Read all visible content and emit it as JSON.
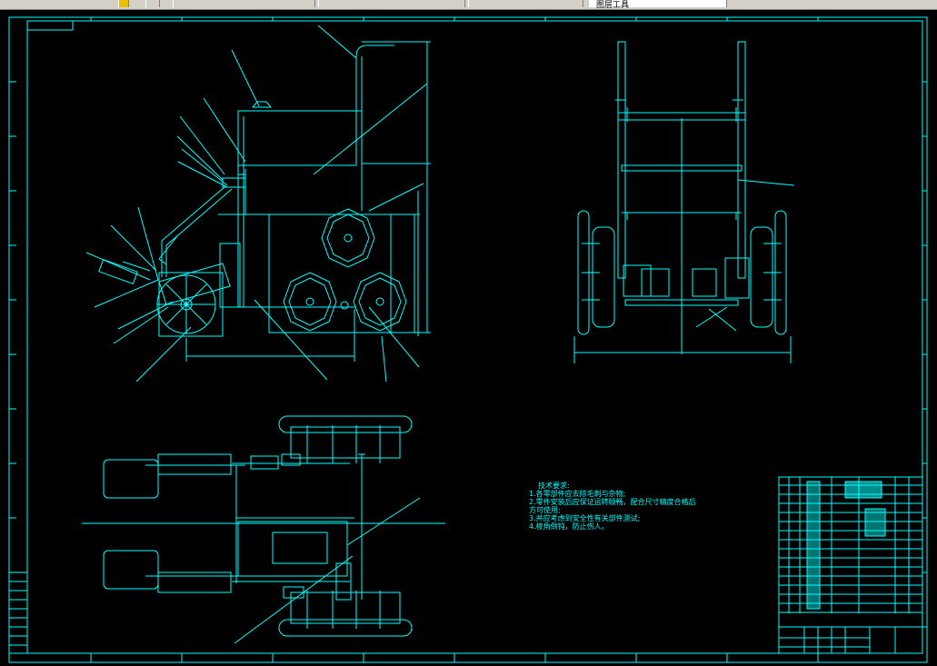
{
  "toolbar": {
    "layer_field_text": "图层工具"
  },
  "colors": {
    "background": "#000000",
    "drawing": "#00ffff",
    "toolbar": "#d4d0c8"
  },
  "technical_requirements": {
    "heading": "技术要求:",
    "lines": [
      "1.各零部件应去除毛刺与杂物;",
      "2.零件安装后应保证运转顺畅，配合尺寸精度合格后",
      "方可使用;",
      "3.并应考虑到安全性有关部件测试;",
      "4.棱角倒钝，防止伤人。"
    ]
  }
}
